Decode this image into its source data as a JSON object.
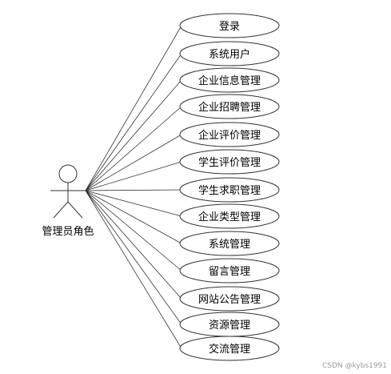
{
  "actor": {
    "label": "管理员角色"
  },
  "use_cases": [
    {
      "label": "登录"
    },
    {
      "label": "系统用户"
    },
    {
      "label": "企业信息管理"
    },
    {
      "label": "企业招聘管理"
    },
    {
      "label": "企业评价管理"
    },
    {
      "label": "学生评价管理"
    },
    {
      "label": "学生求职管理"
    },
    {
      "label": "企业类型管理"
    },
    {
      "label": "系统管理"
    },
    {
      "label": "留言管理"
    },
    {
      "label": "网站公告管理"
    },
    {
      "label": "资源管理"
    },
    {
      "label": "交流管理"
    }
  ],
  "watermark": "CSDN @kybs1991"
}
